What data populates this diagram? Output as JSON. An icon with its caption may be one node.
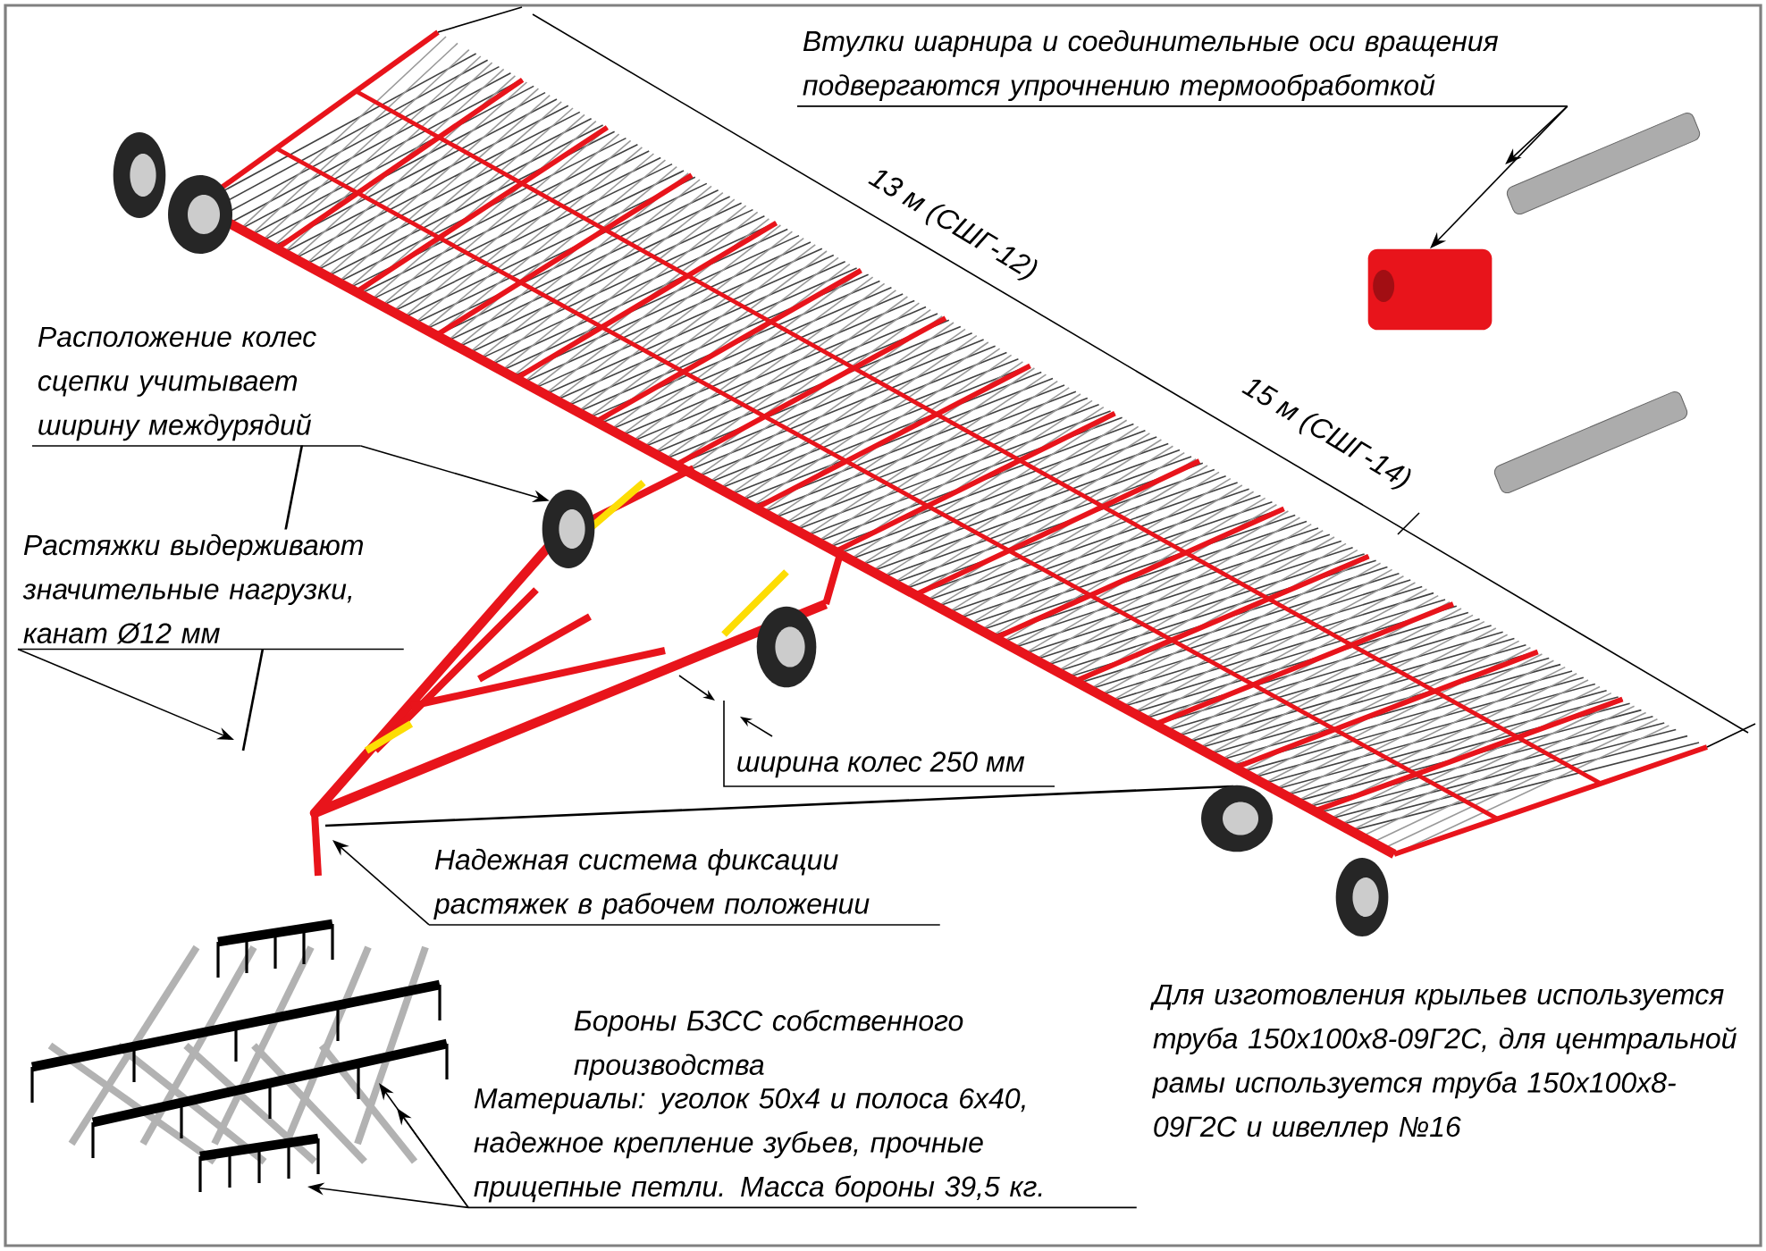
{
  "diagram": {
    "nodes": [
      {
        "text": [
          "Втулки шарнира и соединительные оси вращения подвергаются упрочнению термообработкой"
        ]
      },
      {
        "text": [],
        "shape": "picture"
      },
      {
        "text": [],
        "shape": "picture"
      },
      {
        "text": [
          "Расположение колес сцепки учитывает ширину междурядий"
        ]
      },
      {
        "text": [
          "Растяжки выдерживают значительные нагрузки, канат Ø12 мм"
        ]
      },
      {
        "text": [
          "Надежная система фиксации растяжек в рабочем положении"
        ]
      },
      {
        "text": [
          "Материалы: уголок 50х4 и полоса 6х40, надежное крепление зубьев, прочные прицепные петли. Масса бороны 39,5 кг."
        ]
      },
      {
        "text": [],
        "shape": "picture"
      },
      {
        "text": [],
        "shape": "picture"
      },
      {
        "text": [],
        "shape": "picture"
      },
      {
        "text": [],
        "shape": "picture"
      },
      {
        "text": [],
        "shape": "picture"
      },
      {
        "text": [],
        "shape": "picture"
      },
      {
        "text": [],
        "shape": "picture"
      },
      {
        "text": [],
        "shape": "picture"
      }
    ],
    "edges": [
      {
        "from": 0,
        "to": 1,
        "arrow": "to"
      },
      {
        "from": 0,
        "to": 2,
        "arrow": "to"
      },
      {
        "from": 3,
        "to": 8,
        "arrow": "to"
      },
      {
        "from": 4,
        "to": null,
        "arrow": "to"
      },
      {
        "from": 5,
        "to": null,
        "arrow": "to"
      },
      {
        "from": 6,
        "to": 7,
        "arrow": "to"
      },
      {
        "from": 6,
        "to": 7,
        "arrow": "to"
      },
      {
        "from": 6,
        "to": 7,
        "arrow": "to"
      }
    ],
    "labels": [
      "13 м (СШГ-12)",
      "15 м (СШГ-14)",
      "ширина колес 250 мм",
      "Бороны БЗСС собственного производства",
      "Для изготовления крыльев используется труба 150х100х8-09Г2С, для центральной рамы используется труба 150х100х8-09Г2С и швеллер №16"
    ]
  }
}
